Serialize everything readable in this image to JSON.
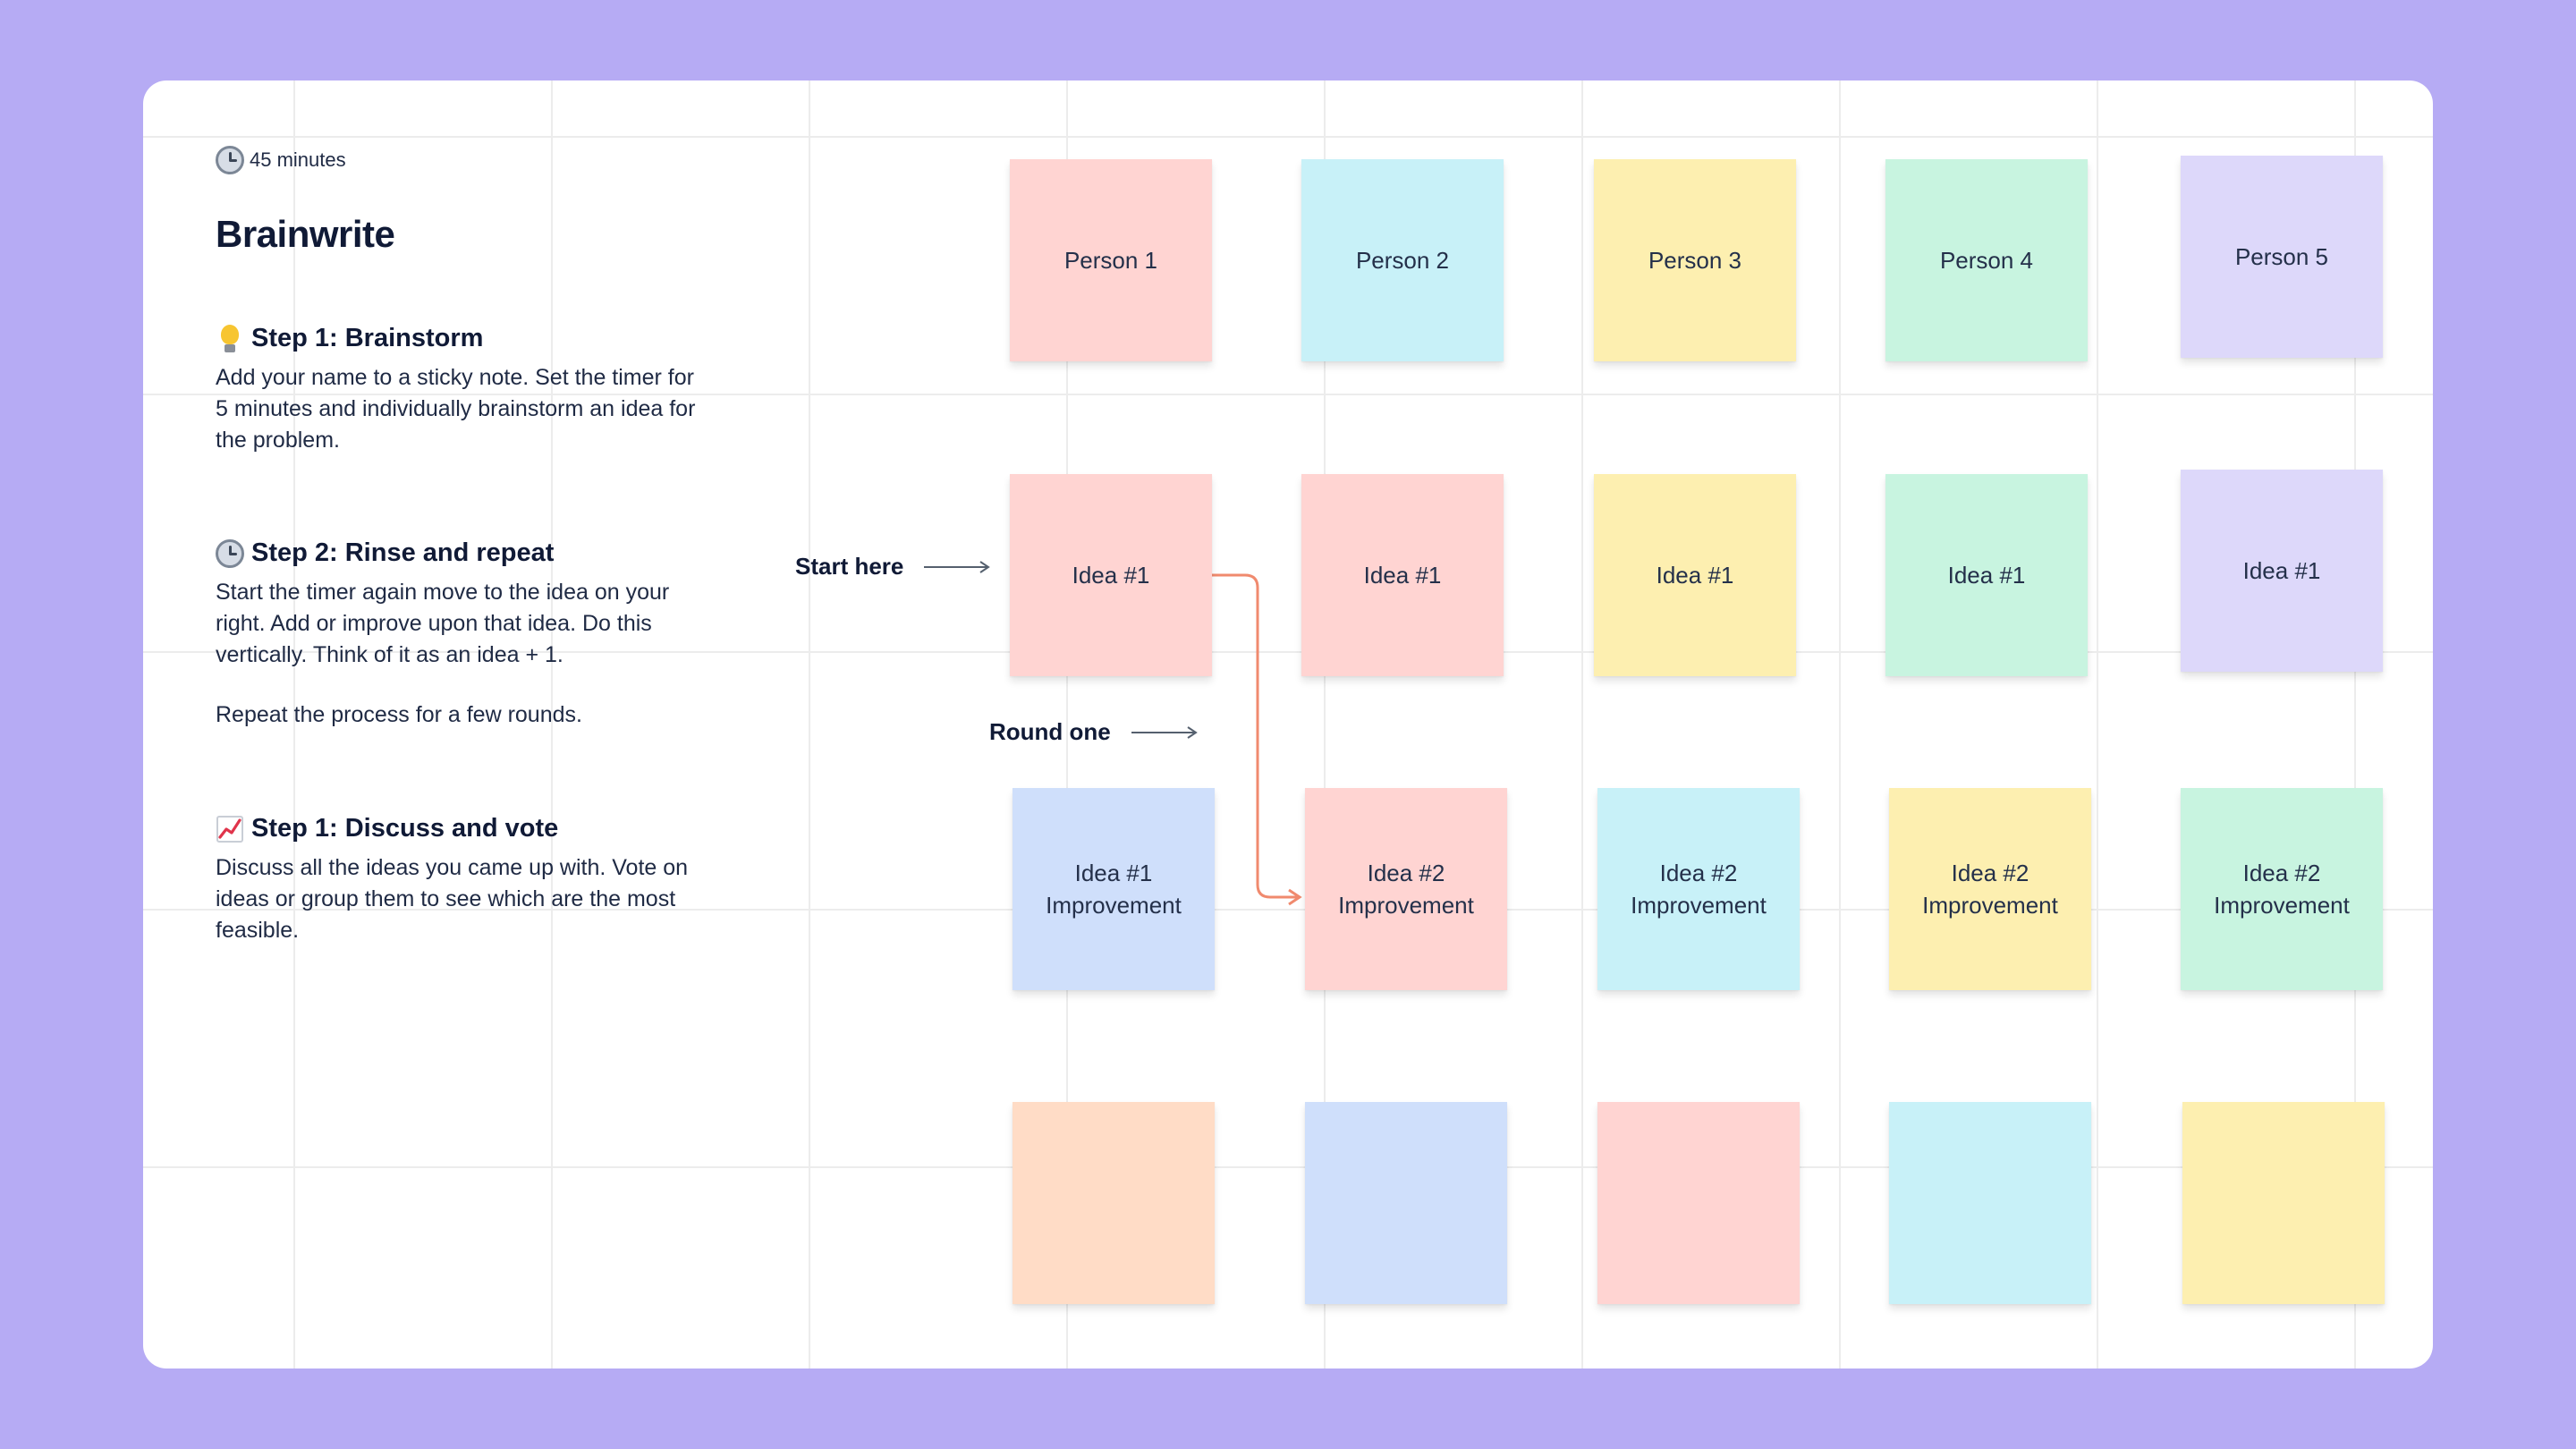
{
  "timer": {
    "icon": "clock-icon",
    "text": "45 minutes"
  },
  "title": "Brainwrite",
  "steps": [
    {
      "icon": "lightbulb-icon",
      "heading": "Step 1: Brainstorm",
      "body": "Add your name to a sticky note. Set the timer for 5 minutes and individually brainstorm an idea for the problem."
    },
    {
      "icon": "clock-icon",
      "heading": "Step 2: Rinse and repeat",
      "body": "Start the timer again move to the idea on your right. Add or improve upon that idea. Do this vertically. Think of it as an idea + 1.",
      "body2": "Repeat the process for a few rounds."
    },
    {
      "icon": "chart-increasing-icon",
      "heading": "Step 1: Discuss and vote",
      "body": "Discuss all the ideas you came up with. Vote on ideas or group them to see which are the most feasible."
    }
  ],
  "labels": {
    "start_here": "Start here",
    "round_one": "Round one"
  },
  "colors": {
    "background": "#b6abf4",
    "pink": "#ffd4d2",
    "cyan": "#c8f1f8",
    "yellow": "#fdefb0",
    "mint": "#c8f4e0",
    "lavender": "#ddd8fa",
    "blue": "#cfdffb",
    "peach": "#ffdcc6",
    "connector": "#f08a6e"
  },
  "rows": [
    [
      {
        "text": "Person 1",
        "color": "#ffd4d2"
      },
      {
        "text": "Person 2",
        "color": "#c8f1f8"
      },
      {
        "text": "Person 3",
        "color": "#fdefb0"
      },
      {
        "text": "Person 4",
        "color": "#c8f4e0"
      },
      {
        "text": "Person 5",
        "color": "#ddd8fa"
      }
    ],
    [
      {
        "text": "Idea #1",
        "color": "#ffd4d2"
      },
      {
        "text": "Idea #1",
        "color": "#ffd4d2"
      },
      {
        "text": "Idea #1",
        "color": "#fdefb0"
      },
      {
        "text": "Idea #1",
        "color": "#c8f4e0"
      },
      {
        "text": "Idea #1",
        "color": "#ddd8fa"
      }
    ],
    [
      {
        "text": "Idea #1\nImprovement",
        "color": "#cfdffb"
      },
      {
        "text": "Idea #2\nImprovement",
        "color": "#ffd4d2"
      },
      {
        "text": "Idea #2\nImprovement",
        "color": "#c8f1f8"
      },
      {
        "text": "Idea #2\nImprovement",
        "color": "#fdefb0"
      },
      {
        "text": "Idea #2\nImprovement",
        "color": "#c8f4e0"
      }
    ],
    [
      {
        "text": "",
        "color": "#ffdcc6"
      },
      {
        "text": "",
        "color": "#cfdffb"
      },
      {
        "text": "",
        "color": "#ffd4d2"
      },
      {
        "text": "",
        "color": "#c8f1f8"
      },
      {
        "text": "",
        "color": "#fdefb0"
      }
    ]
  ]
}
